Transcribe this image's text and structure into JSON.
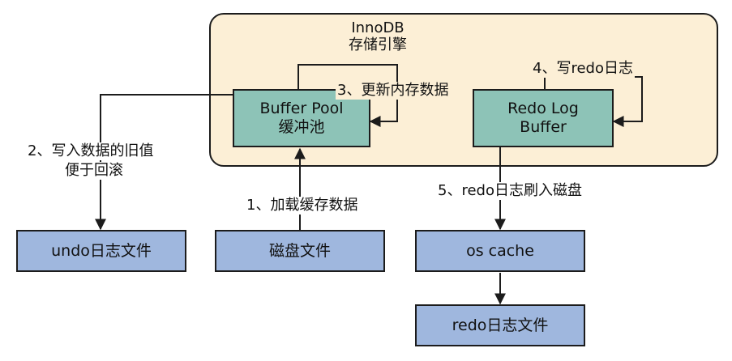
{
  "engine": {
    "title_line1": "InnoDB",
    "title_line2": "存储引擎"
  },
  "boxes": {
    "buffer_pool": {
      "line1": "Buffer Pool",
      "line2": "缓冲池"
    },
    "redo_log_buffer": {
      "line1": "Redo Log",
      "line2": "Buffer"
    },
    "undo_file": "undo日志文件",
    "disk_file": "磁盘文件",
    "os_cache": "os cache",
    "redo_file": "redo日志文件"
  },
  "steps": {
    "s1": "1、加载缓存数据",
    "s2_line1": "2、写入数据的旧值",
    "s2_line2": "便于回滚",
    "s3": "3、更新内存数据",
    "s4": "4、写redo日志",
    "s5": "5、redo日志刷入磁盘"
  },
  "colors": {
    "engine_fill": "#fcefd6",
    "teal_box": "#8dc3b7",
    "blue_box": "#9fb7de",
    "stroke": "#1c1c1c"
  }
}
